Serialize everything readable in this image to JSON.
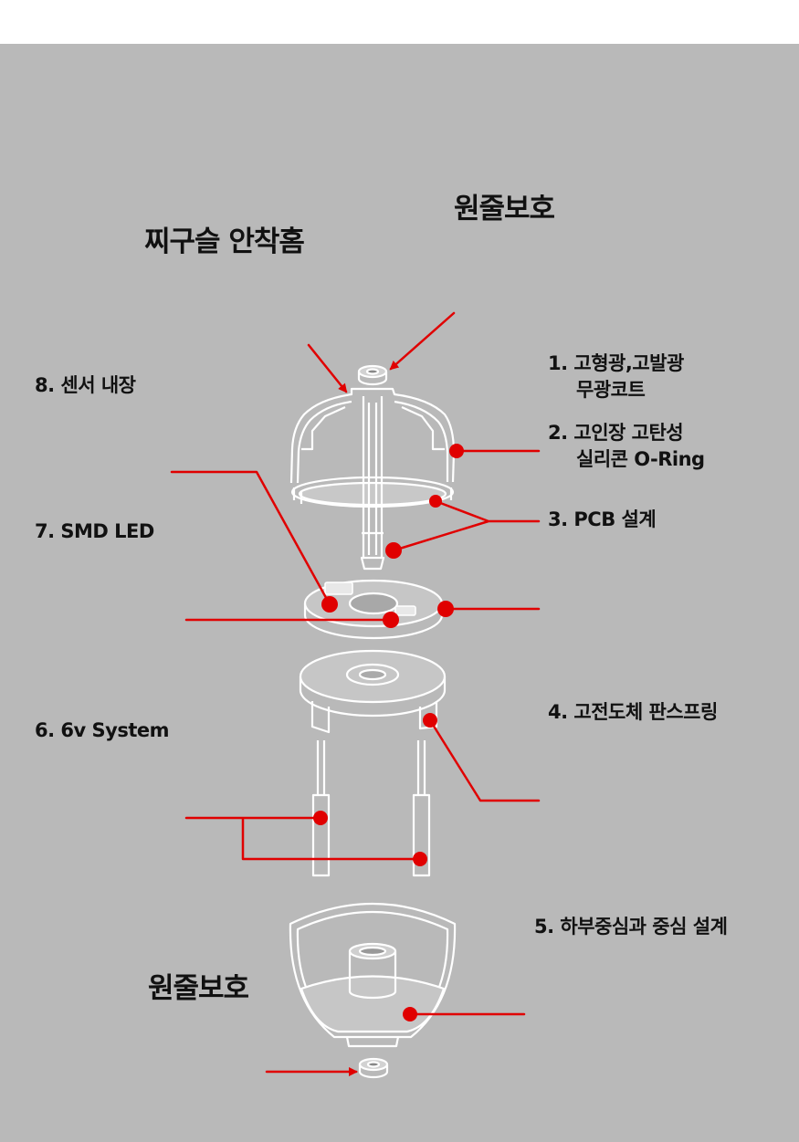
{
  "labels": {
    "wire_protect_top": "원줄보호",
    "jig_groove": "찌구슬 안착홈",
    "item1_line1": "1. 고형광,고발광",
    "item1_line2": "무광코트",
    "item2_line1": "2. 고인장 고탄성",
    "item2_line2": "실리콘 O-Ring",
    "item3": "3. PCB 설계",
    "item4": "4. 고전도체 판스프링",
    "item5": "5. 하부중심과 중심 설계",
    "item6": "6. 6v System",
    "item7": "7. SMD LED",
    "item8": "8. 센서 내장",
    "wire_protect_bottom": "원줄보호"
  },
  "colors": {
    "background": "#b9b9b9",
    "page": "#ffffff",
    "accent": "#e00000",
    "outline": "#ffffff",
    "text": "#111111"
  }
}
